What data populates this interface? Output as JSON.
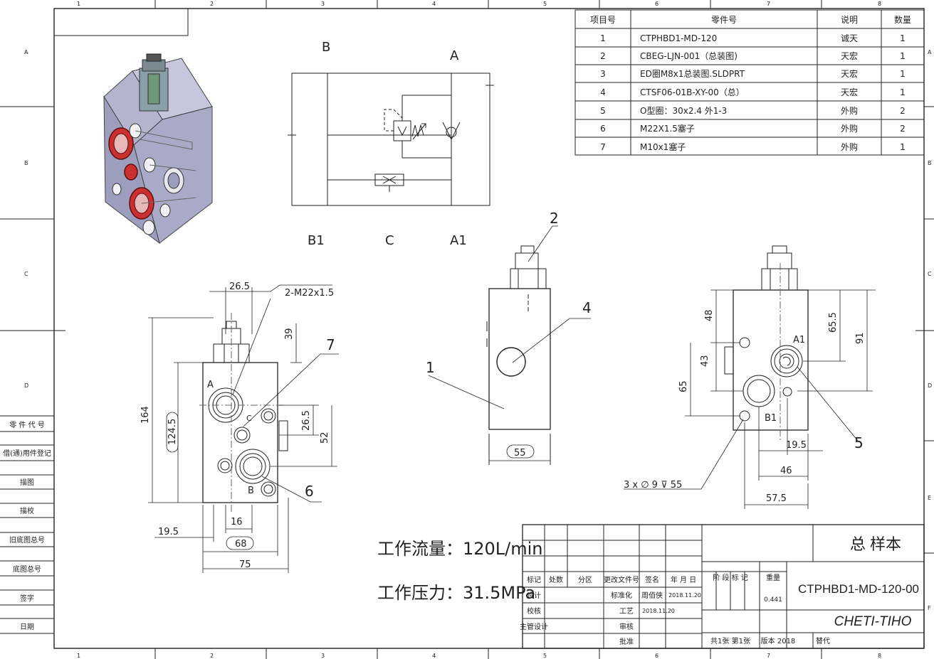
{
  "zones": {
    "cols": [
      "1",
      "2",
      "3",
      "4",
      "5",
      "6",
      "7",
      "8"
    ],
    "rows": [
      "A",
      "B",
      "C",
      "D",
      "E",
      "F"
    ]
  },
  "left_stamps": [
    "零 件 代 号",
    "借(通)用件登记",
    "描图",
    "描校",
    "旧底图总号",
    "底图总号",
    "签字",
    "日期"
  ],
  "bom": {
    "headers": [
      "项目号",
      "零件号",
      "说明",
      "数量"
    ],
    "rows": [
      [
        "1",
        "CTPHBD1-MD-120",
        "诚天",
        "1"
      ],
      [
        "2",
        "CBEG-LJN-001（总装图)",
        "天宏",
        "1"
      ],
      [
        "3",
        "ED圈M8x1总装图.SLDPRT",
        "天宏",
        "1"
      ],
      [
        "4",
        "CTSF06-01B-XY-00（总）",
        "天宏",
        "1"
      ],
      [
        "5",
        "O型圈：30x2.4 外1-3",
        "外购",
        "2"
      ],
      [
        "6",
        "M22X1.5塞子",
        "外购",
        "2"
      ],
      [
        "7",
        "M10x1塞子",
        "外购",
        "1"
      ]
    ]
  },
  "schematic": {
    "ports": {
      "B": "B",
      "A": "A",
      "B1": "B1",
      "C": "C",
      "A1": "A1"
    }
  },
  "front_view": {
    "port_A": "A",
    "port_B": "B",
    "port_C": "C",
    "dims": {
      "d265": "26.5",
      "thread": "2-M22x1.5",
      "d39": "39",
      "d164": "164",
      "d1245": "124.5",
      "d265b": "26.5",
      "d52": "52",
      "d16": "16",
      "d195": "19.5",
      "d68": "68",
      "d75": "75"
    },
    "balloons": {
      "b7": "7",
      "b6": "6"
    }
  },
  "side_view": {
    "d55": "55",
    "balloons": {
      "b2": "2",
      "b4": "4",
      "b1": "1"
    }
  },
  "right_view": {
    "port_A1": "A1",
    "port_B1": "B1",
    "dims": {
      "d48": "48",
      "d43": "43",
      "d65": "65",
      "d655": "65.5",
      "d91": "91",
      "d195": "19.5",
      "d46": "46",
      "d575": "57.5",
      "holes": "3 x ∅ 9 ⊽ 55"
    },
    "balloons": {
      "b5": "5"
    }
  },
  "specs": {
    "flow": "工作流量：120L/min",
    "pressure": "工作压力：31.5MPa"
  },
  "title_block": {
    "headers": [
      "标记",
      "处数",
      "分区",
      "更改文件号",
      "签名",
      "年 月 日"
    ],
    "roles": [
      "设计",
      "校核",
      "主管设计"
    ],
    "roles2": [
      "标准化",
      "工艺",
      "审核",
      "批准"
    ],
    "standard_sign": "周佰侠",
    "standard_date": "2018.11.20",
    "process_date": "2018.11.20",
    "stage_label": "阶 段 标 记",
    "weight_label": "重量",
    "weight": "0.441",
    "sheet_info": "共1张  第1张",
    "version": "版本 2018",
    "replace": "替代",
    "name": "总 样本",
    "drawing_no": "CTPHBD1-MD-120-00",
    "company": "CHETI-TIHO"
  },
  "colors": {
    "line": "#222222",
    "company": "#d42020",
    "block_fill": "#9a9ab8",
    "port_red": "#cc2f2f"
  }
}
